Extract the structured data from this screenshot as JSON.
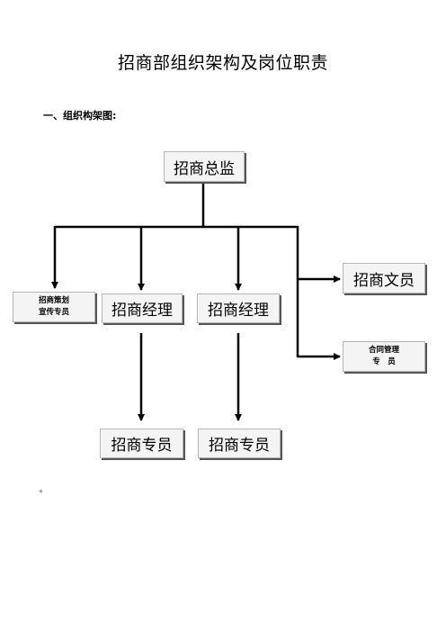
{
  "document": {
    "title": "招商部组织架构及岗位职责",
    "section_heading": "一、组织构架图:",
    "trailing_mark": "。"
  },
  "org_chart": {
    "director": "招商总监",
    "planning_line1": "招商策划",
    "planning_line2": "宣传专员",
    "manager_1": "招商经理",
    "manager_2": "招商经理",
    "clerk": "招商文员",
    "contract_line1": "合同管理",
    "contract_line2": "专　员",
    "specialist_1": "招商专员",
    "specialist_2": "招商专员"
  }
}
